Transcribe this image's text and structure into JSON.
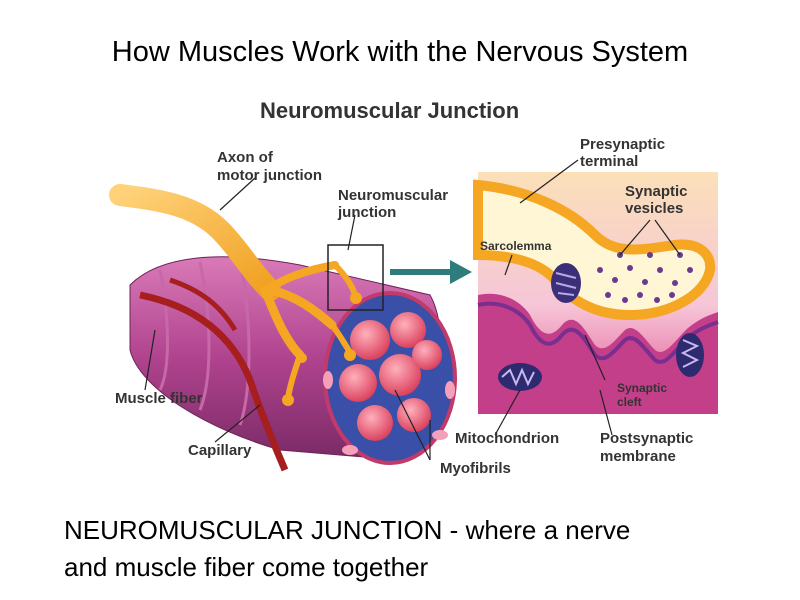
{
  "slide": {
    "title": "How Muscles Work with the Nervous System",
    "caption_line1": "NEUROMUSCULAR JUNCTION - where a nerve",
    "caption_line2": "and muscle fiber come together"
  },
  "figure": {
    "title": "Neuromuscular Junction",
    "labels": {
      "axon_line1": "Axon of",
      "axon_line2": "motor junction",
      "nmj_line1": "Neuromuscular",
      "nmj_line2": "junction",
      "presynaptic_line1": "Presynaptic",
      "presynaptic_line2": "terminal",
      "vesicles_line1": "Synaptic",
      "vesicles_line2": "vesicles",
      "sarcolemma": "Sarcolemma",
      "muscle_fiber": "Muscle fiber",
      "capillary": "Capillary",
      "myofibrils": "Myofibrils",
      "mitochondrion": "Mitochondrion",
      "cleft_line1": "Synaptic",
      "cleft_line2": "cleft",
      "postsynaptic_line1": "Postsynaptic",
      "postsynaptic_line2": "membrane"
    }
  },
  "colors": {
    "nerve": "#f5a623",
    "muscle": "#b0438e",
    "capillary": "#a61e1e",
    "myofibril": "#e8506a",
    "arrow": "#2e7c7c"
  }
}
